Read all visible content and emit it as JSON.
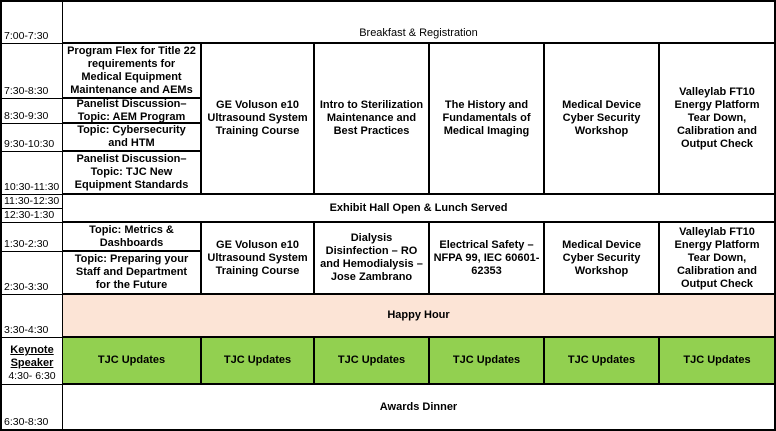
{
  "colors": {
    "background": "#FFFFFF",
    "border": "#000000",
    "happy_hour_bg": "#FCE4D6",
    "tjc_bg": "#92D050"
  },
  "time_labels": [
    "7:00-7:30",
    "7:30-8:30",
    "8:30-9:30",
    "9:30-10:30",
    "10:30-11:30",
    "11:30-12:30",
    "12:30-1:30",
    "1:30-2:30",
    "2:30-3:30",
    "3:30-4:30",
    "6:30-8:30"
  ],
  "keynote": {
    "label": "Keynote Speaker",
    "time": "4:30- 6:30"
  },
  "banners": {
    "breakfast": "Breakfast & Registration",
    "lunch": "Exhibit Hall Open & Lunch Served",
    "happy_hour": "Happy Hour",
    "awards": "Awards Dinner"
  },
  "sessions": {
    "morning_track1": [
      "Program Flex for Title 22\nrequirements for\nMedical Equipment\nMaintenance and AEMs",
      "Panelist Discussion–\nTopic: AEM Program",
      "Topic: Cybersecurity\nand HTM",
      "Panelist Discussion–\nTopic: TJC New\nEquipment Standards"
    ],
    "morning": [
      "GE Voluson e10\nUltrasound System\nTraining Course",
      "Intro to Sterilization\nMaintenance and\nBest Practices",
      "The History and\nFundamentals of\nMedical Imaging",
      "Medical Device\nCyber Security\nWorkshop",
      "Valleylab FT10\nEnergy Platform\nTear Down,\nCalibration and\nOutput Check"
    ],
    "afternoon_track1": [
      "Topic: Metrics &\nDashboards",
      "Topic: Preparing your\nStaff and Department\nfor the Future"
    ],
    "afternoon": [
      "GE Voluson e10\nUltrasound System\nTraining Course",
      "Dialysis\nDisinfection – RO\nand Hemodialysis –\nJose Zambrano",
      "Electrical Safety –\nNFPA 99, IEC 60601-\n62353",
      "Medical Device\nCyber Security\nWorkshop",
      "Valleylab FT10\nEnergy Platform\nTear Down,\nCalibration and\nOutput Check"
    ]
  },
  "tjc_label": "TJC Updates"
}
